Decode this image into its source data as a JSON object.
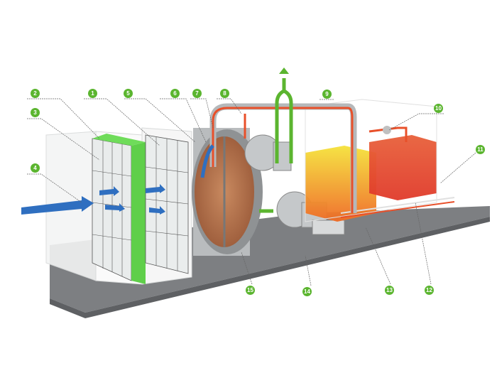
{
  "callouts": [
    "1",
    "2",
    "3",
    "4",
    "5",
    "6",
    "7",
    "8",
    "9",
    "10",
    "11",
    "12",
    "13",
    "14",
    "15"
  ],
  "colors": {
    "green": "#5bb52f",
    "blue": "#2f6fc0",
    "red": "#e8502a",
    "floor": "#7d7f82"
  }
}
